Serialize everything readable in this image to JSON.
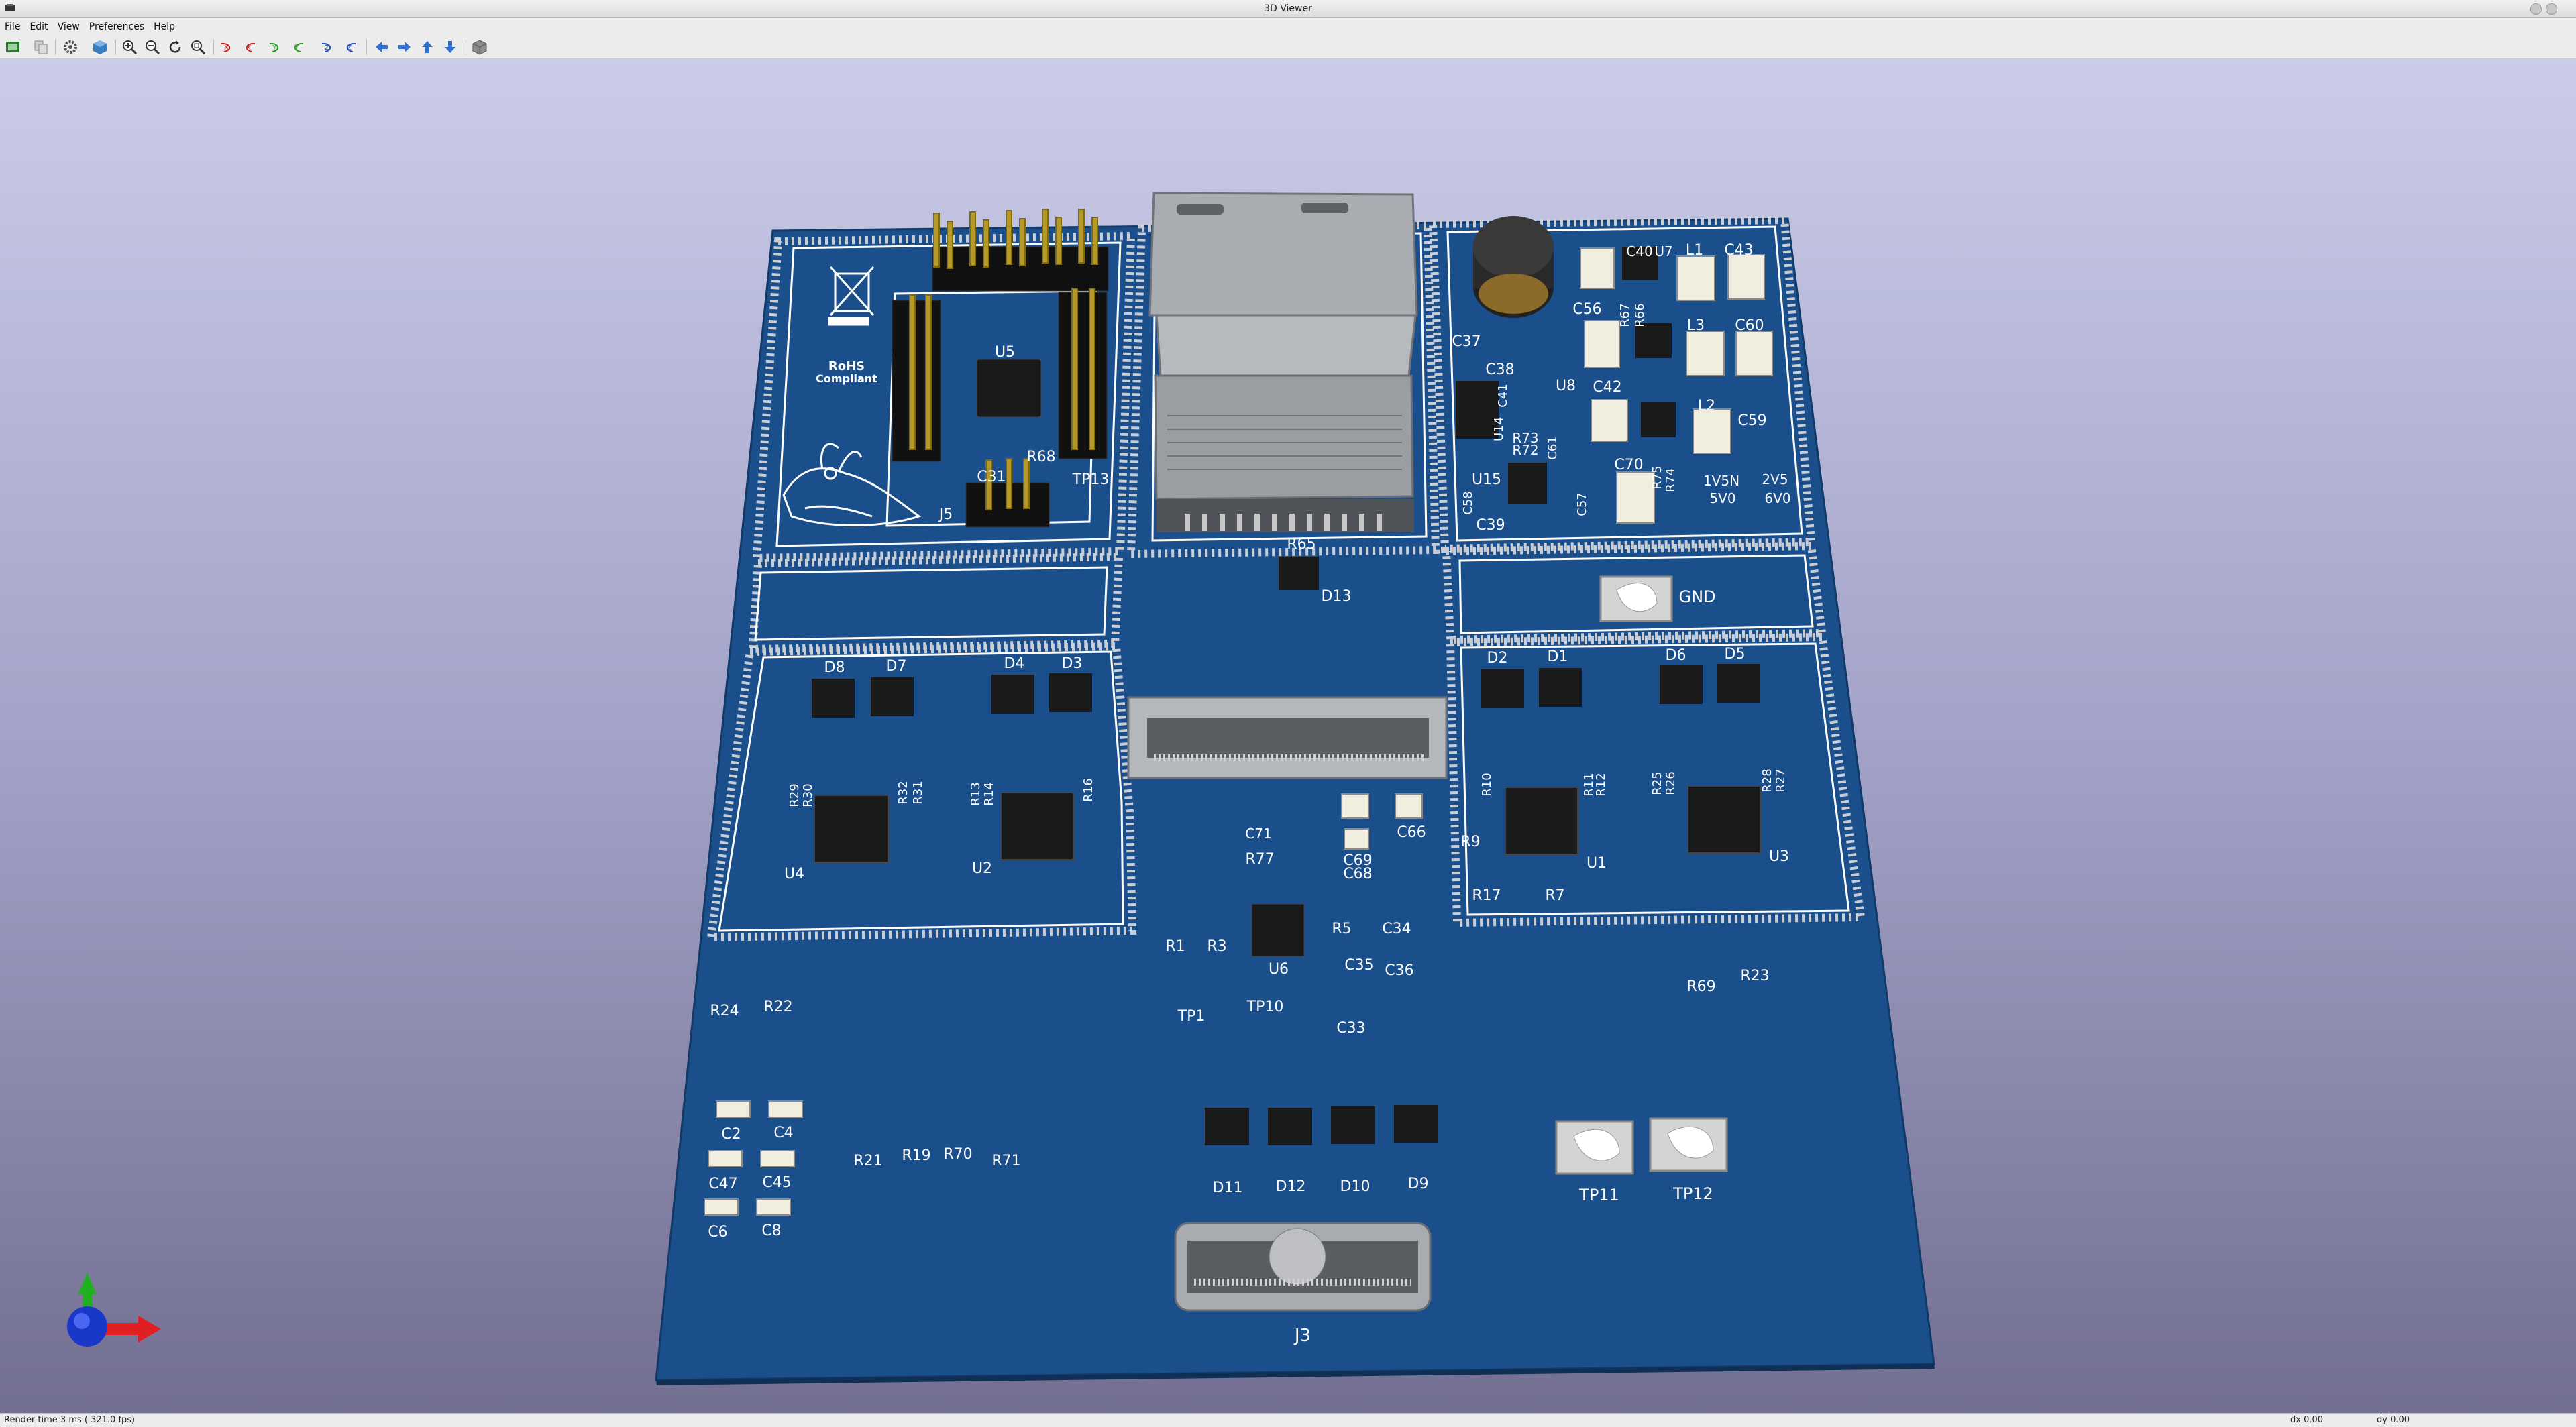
{
  "window": {
    "title": "3D Viewer"
  },
  "menu": [
    "File",
    "Edit",
    "View",
    "Preferences",
    "Help"
  ],
  "toolbar": {
    "icons": [
      "render-options-icon",
      "copy-icon",
      "settings-icon",
      "3d-cube-icon",
      "zoom-in-icon",
      "zoom-out-icon",
      "zoom-redraw-icon",
      "zoom-fit-icon",
      "rotate-x-cw-icon",
      "rotate-x-ccw-icon",
      "rotate-y-cw-icon",
      "rotate-y-ccw-icon",
      "rotate-z-cw-icon",
      "rotate-z-ccw-icon",
      "move-left-icon",
      "move-right-icon",
      "move-up-icon",
      "move-down-icon",
      "orthographic-icon"
    ]
  },
  "board": {
    "colors": {
      "soldermask": "#1a4f8c",
      "silkscreen": "#ffffff",
      "copper": "#cfcfcf"
    },
    "labels": {
      "u5": "U5",
      "r68": "R68",
      "tp13": "TP13",
      "j5": "J5",
      "c31": "C31",
      "rohs1": "RoHS",
      "rohs2": "Compliant",
      "r65": "R65",
      "d13": "D13",
      "c37": "C37",
      "c38": "C38",
      "c41": "C41",
      "u8": "U8",
      "c42": "C42",
      "c56": "C56",
      "r67": "R67",
      "r66": "R66",
      "l1": "L1",
      "c43": "C43",
      "c40": "C40",
      "u7": "U7",
      "l3": "L3",
      "c60": "C60",
      "l2": "L2",
      "c59": "C59",
      "r73": "R73",
      "r72": "R72",
      "c61": "C61",
      "u14": "U14",
      "u15": "U15",
      "c58": "C58",
      "c39": "C39",
      "c57": "C57",
      "c70": "C70",
      "r75": "R75",
      "r74": "R74",
      "v1v5n": "1V5N",
      "v2v5": "2V5",
      "v5v0": "5V0",
      "v6v0": "6V0",
      "gnd": "GND",
      "d8": "D8",
      "d7": "D7",
      "d4": "D4",
      "d3": "D3",
      "d2": "D2",
      "d1": "D1",
      "d6": "D6",
      "d5": "D5",
      "r29": "R29",
      "r30": "R30",
      "r32": "R32",
      "r31": "R31",
      "r13": "R13",
      "r14": "R14",
      "r16": "R16",
      "r10": "R10",
      "r11": "R11",
      "r12": "R12",
      "r25": "R25",
      "r26": "R26",
      "r28": "R28",
      "r27": "R27",
      "u4": "U4",
      "u2": "U2",
      "u1": "U1",
      "u3": "U3",
      "r9": "R9",
      "r17": "R17",
      "r7": "R7",
      "c71": "C71",
      "r77": "R77",
      "c69": "C69",
      "c68": "C68",
      "c66": "C66",
      "r1": "R1",
      "r3": "R3",
      "u6": "U6",
      "r5": "R5",
      "c34": "C34",
      "c35": "C35",
      "c36": "C36",
      "tp1": "TP1",
      "tp10": "TP10",
      "c33": "C33",
      "r24": "R24",
      "r22": "R22",
      "r69": "R69",
      "r23": "R23",
      "c2": "C2",
      "c4": "C4",
      "c47": "C47",
      "c45": "C45",
      "c6": "C6",
      "c8": "C8",
      "r21": "R21",
      "r19": "R19",
      "r70": "R70",
      "r71": "R71",
      "d11": "D11",
      "d12": "D12",
      "d10": "D10",
      "d9": "D9",
      "tp11": "TP11",
      "tp12": "TP12",
      "j3": "J3"
    }
  },
  "status": {
    "render": "Render time 3 ms ( 321.0 fps)",
    "dx": "dx 0.00",
    "dy": "dy 0.00"
  }
}
